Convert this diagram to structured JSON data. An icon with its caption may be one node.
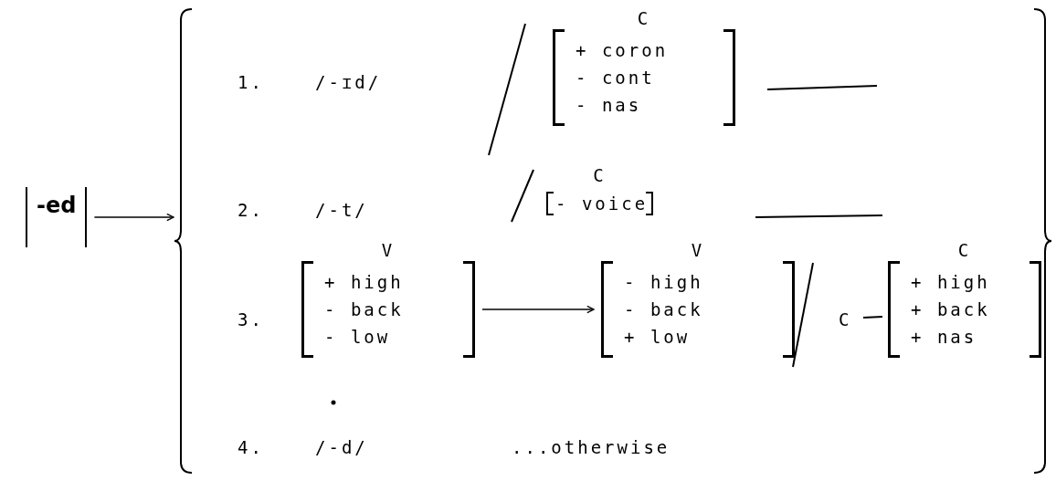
{
  "diagram": {
    "nodes": [
      {
        "text": [
          "-ed"
        ]
      },
      {
        "text": [],
        "shape": "brace"
      },
      {
        "text": [
          "C",
          "+ coron",
          "- cont",
          "- nas"
        ],
        "in": 1
      },
      {
        "text": [
          "C",
          "- voice"
        ],
        "in": 1
      },
      {
        "text": [
          "V",
          "+ high",
          "- back",
          "- low"
        ],
        "in": 1
      },
      {
        "text": [
          "V",
          "- high",
          "- back",
          "+ low"
        ],
        "in": 1
      },
      {
        "text": [
          "C",
          "+ high",
          "+ back",
          "+ nas"
        ],
        "in": 1
      }
    ],
    "edges": [
      {
        "from": 0,
        "to": 1,
        "arrow": "to"
      },
      {
        "from": 4,
        "to": 5,
        "arrow": "to"
      }
    ],
    "labels": [
      "1.",
      "/-ɪd/",
      "2.",
      "/-t/",
      "3.",
      "C",
      "4.",
      "/-d/",
      "...otherwise"
    ]
  }
}
